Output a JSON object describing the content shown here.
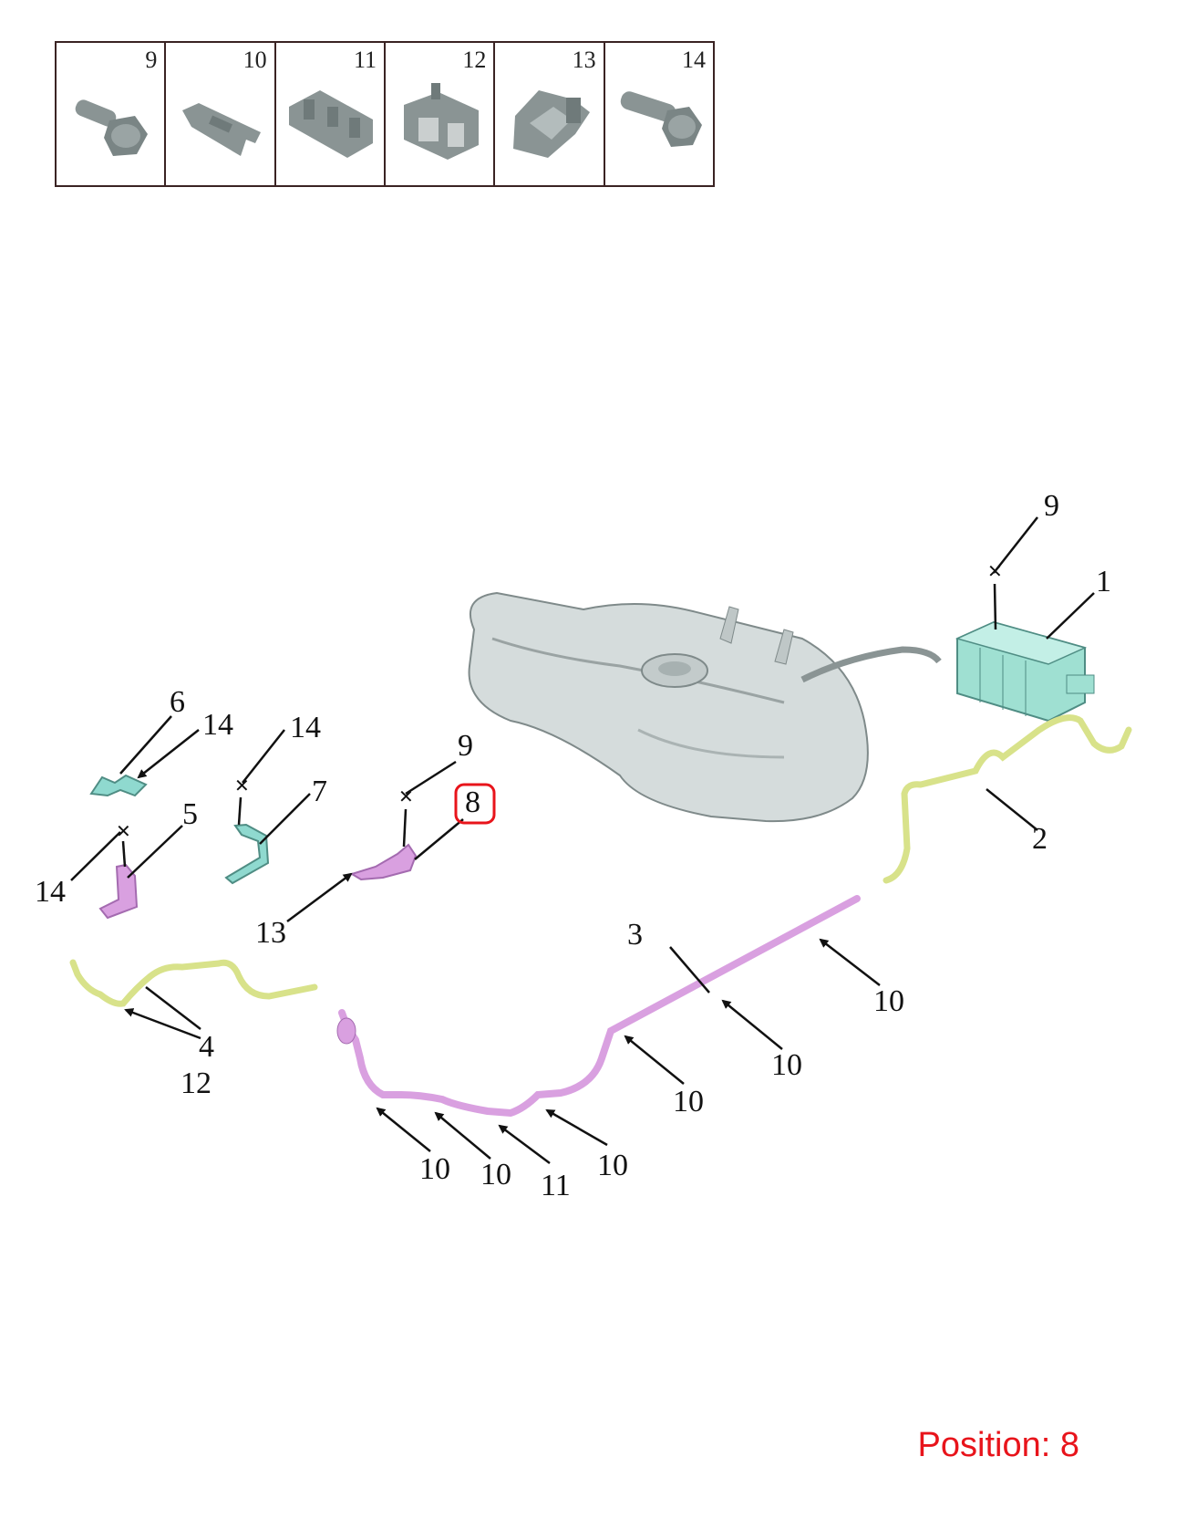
{
  "legend": {
    "cells": [
      {
        "number": "9",
        "icon": "bolt-icon"
      },
      {
        "number": "10",
        "icon": "pipe-clip-icon"
      },
      {
        "number": "11",
        "icon": "double-clip-icon"
      },
      {
        "number": "12",
        "icon": "push-clip-icon"
      },
      {
        "number": "13",
        "icon": "bracket-clip-icon"
      },
      {
        "number": "14",
        "icon": "bolt-icon"
      }
    ]
  },
  "callouts": {
    "c1": "1",
    "c2": "2",
    "c3": "3",
    "c4": "4",
    "c5": "5",
    "c6": "6",
    "c7": "7",
    "c8": "8",
    "c9a": "9",
    "c9b": "9",
    "c10a": "10",
    "c10b": "10",
    "c10c": "10",
    "c10d": "10",
    "c10e": "10",
    "c10f": "10",
    "c11": "11",
    "c12": "12",
    "c13": "13",
    "c14a": "14",
    "c14b": "14",
    "c14c": "14"
  },
  "highlight_color": "#e8141b",
  "part_colors": {
    "canister": "#9fe0d2",
    "bracket_teal": "#8fd9cf",
    "pipe_pink": "#d9a0e0",
    "pipe_yellow": "#d8e28a",
    "tank": "#d5dcdc"
  },
  "position_label": "Position: 8"
}
